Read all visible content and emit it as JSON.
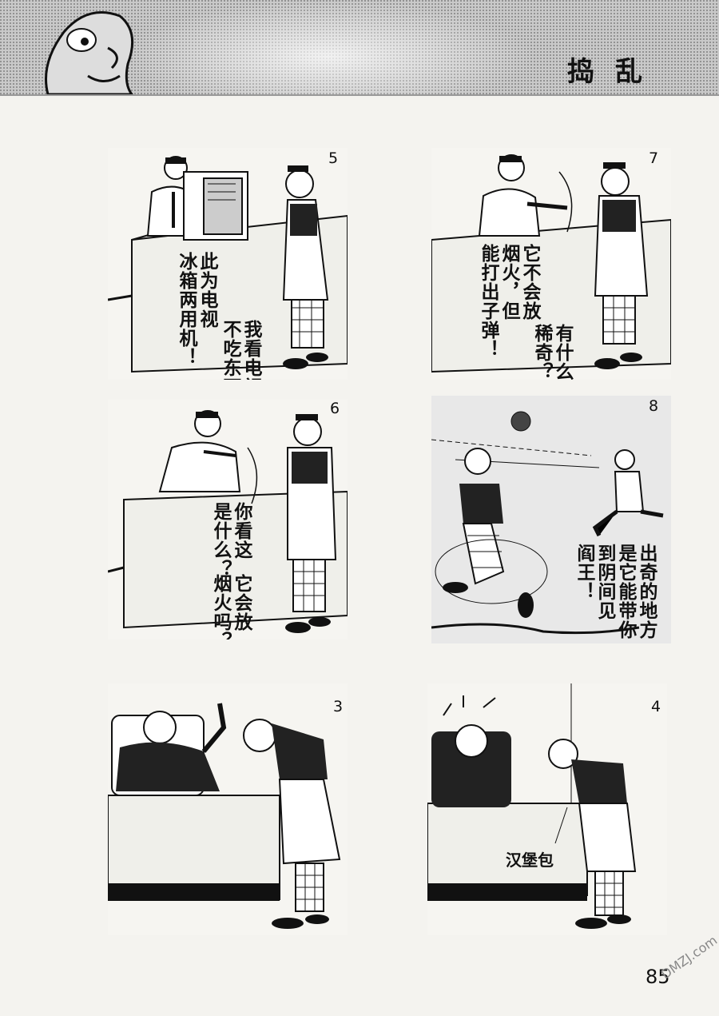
{
  "header": {
    "title": "捣乱"
  },
  "panels": [
    {
      "id": "p5",
      "number": "5",
      "bubbles": [
        {
          "name": "speech-salesman",
          "text": "此为电视\n冰箱两用机！"
        },
        {
          "name": "speech-customer",
          "text": "我看电视时\n不吃东西！"
        }
      ]
    },
    {
      "id": "p7",
      "number": "7",
      "bubbles": [
        {
          "name": "speech-salesman",
          "text": "它不会放\n烟火，但\n能打出子弹！"
        },
        {
          "name": "speech-customer",
          "text": "有什么\n稀奇？"
        }
      ]
    },
    {
      "id": "p6",
      "number": "6",
      "bubbles": [
        {
          "name": "speech-salesman",
          "text": "你看这\n是什么？"
        },
        {
          "name": "speech-customer",
          "text": "它会放\n烟火吗？"
        }
      ]
    },
    {
      "id": "p8",
      "number": "8",
      "bubbles": [
        {
          "name": "speech-narration",
          "text": "出奇的地方\n是它能带你\n到阴间见\n阎王！"
        }
      ]
    },
    {
      "id": "p3",
      "number": "3",
      "bubbles": []
    },
    {
      "id": "p4",
      "number": "4",
      "bubbles": [
        {
          "name": "label-hamburger",
          "text": "汉堡包"
        }
      ]
    }
  ],
  "footer": {
    "page_number": "85",
    "watermark": "DMZJ.com"
  }
}
